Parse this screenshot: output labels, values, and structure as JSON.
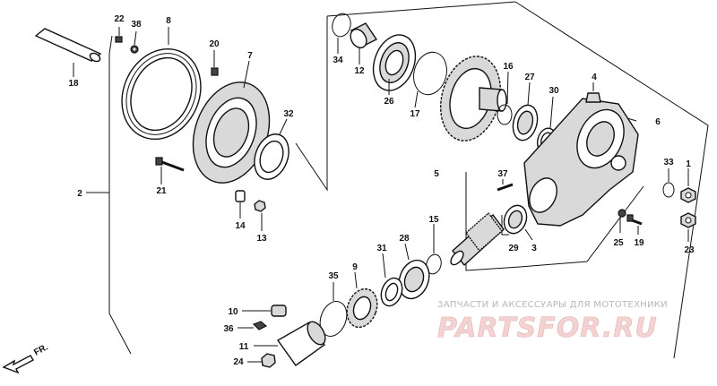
{
  "parts": {
    "p1": "1",
    "p2": "2",
    "p3": "3",
    "p4": "4",
    "p5": "5",
    "p6": "6",
    "p7": "7",
    "p8": "8",
    "p9": "9",
    "p10": "10",
    "p11": "11",
    "p12": "12",
    "p13": "13",
    "p14": "14",
    "p15": "15",
    "p16": "16",
    "p17": "17",
    "p18": "18",
    "p19": "19",
    "p20": "20",
    "p21": "21",
    "p22": "22",
    "p23": "23",
    "p24": "24",
    "p25": "25",
    "p26": "26",
    "p27": "27",
    "p28": "28",
    "p29": "29",
    "p30": "30",
    "p31": "31",
    "p32": "32",
    "p33": "33",
    "p34": "34",
    "p35": "35",
    "p36": "36",
    "p37": "37",
    "p38": "38"
  },
  "direction_label": "FR.",
  "watermark": {
    "tagline": "ЗАПЧАСТИ И АКСЕССУАРЫ ДЛЯ МОТОТЕХНИКИ",
    "brand": "PARTSFOR.RU"
  }
}
